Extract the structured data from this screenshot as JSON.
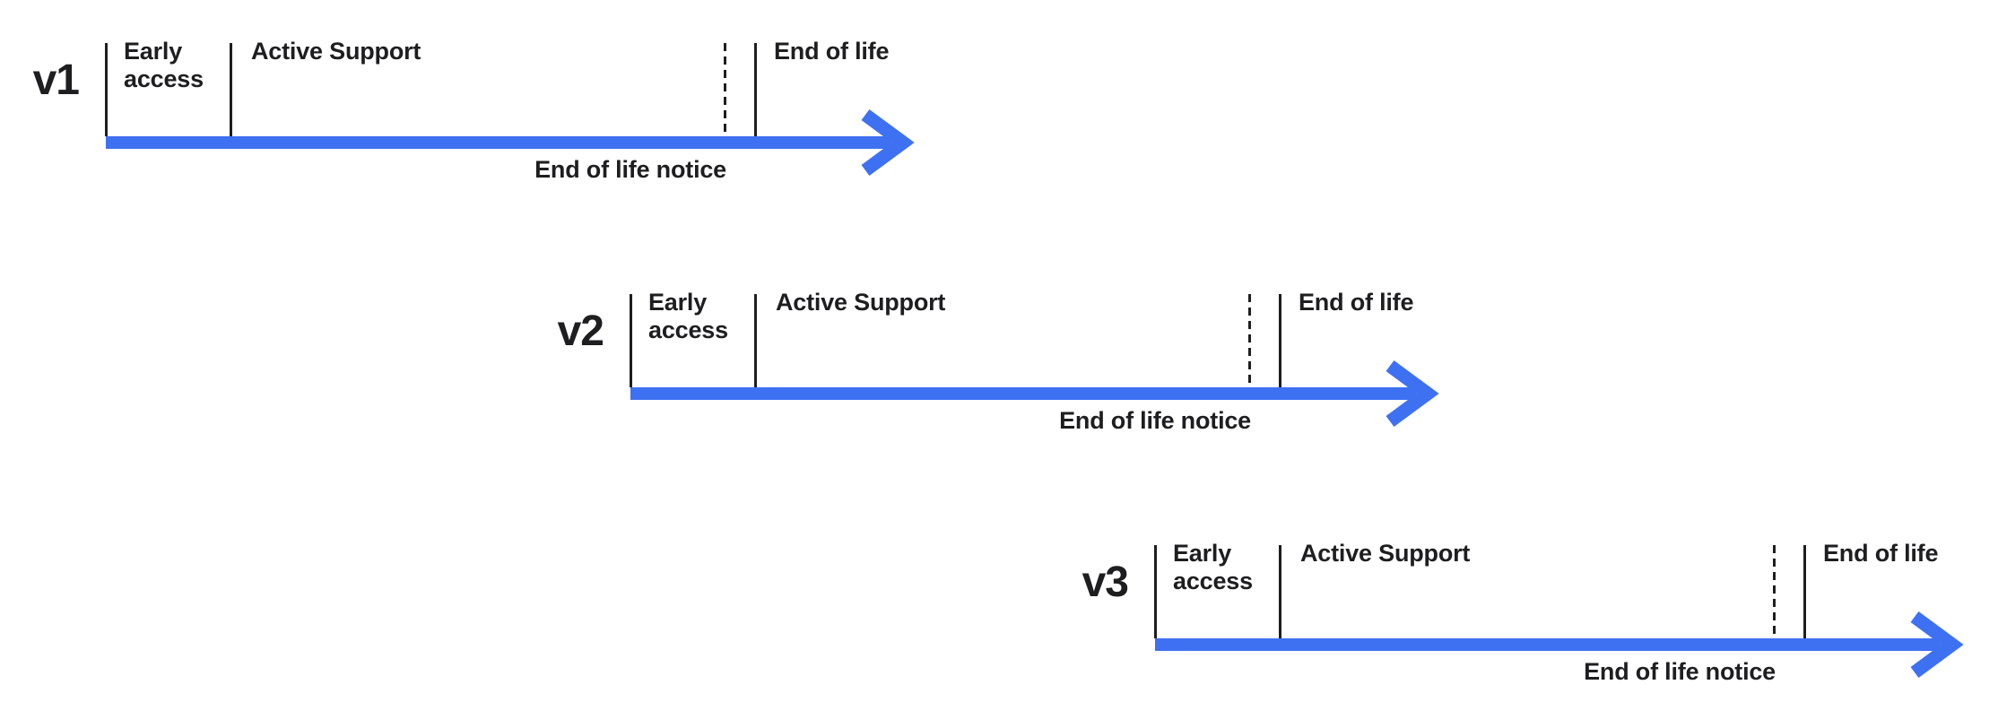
{
  "colors": {
    "arrow_blue": "#3E70F2",
    "ink": "#1E1E20",
    "background": "#FFFFFF"
  },
  "timelines": [
    {
      "version": "v1",
      "labels": {
        "early_access": "Early access",
        "active_support": "Active Support",
        "end_of_life": "End of life"
      },
      "notice": "End of life notice"
    },
    {
      "version": "v2",
      "labels": {
        "early_access": "Early access",
        "active_support": "Active Support",
        "end_of_life": "End of life"
      },
      "notice": "End of life notice"
    },
    {
      "version": "v3",
      "labels": {
        "early_access": "Early access",
        "active_support": "Active Support",
        "end_of_life": "End of life"
      },
      "notice": "End of life notice"
    }
  ]
}
